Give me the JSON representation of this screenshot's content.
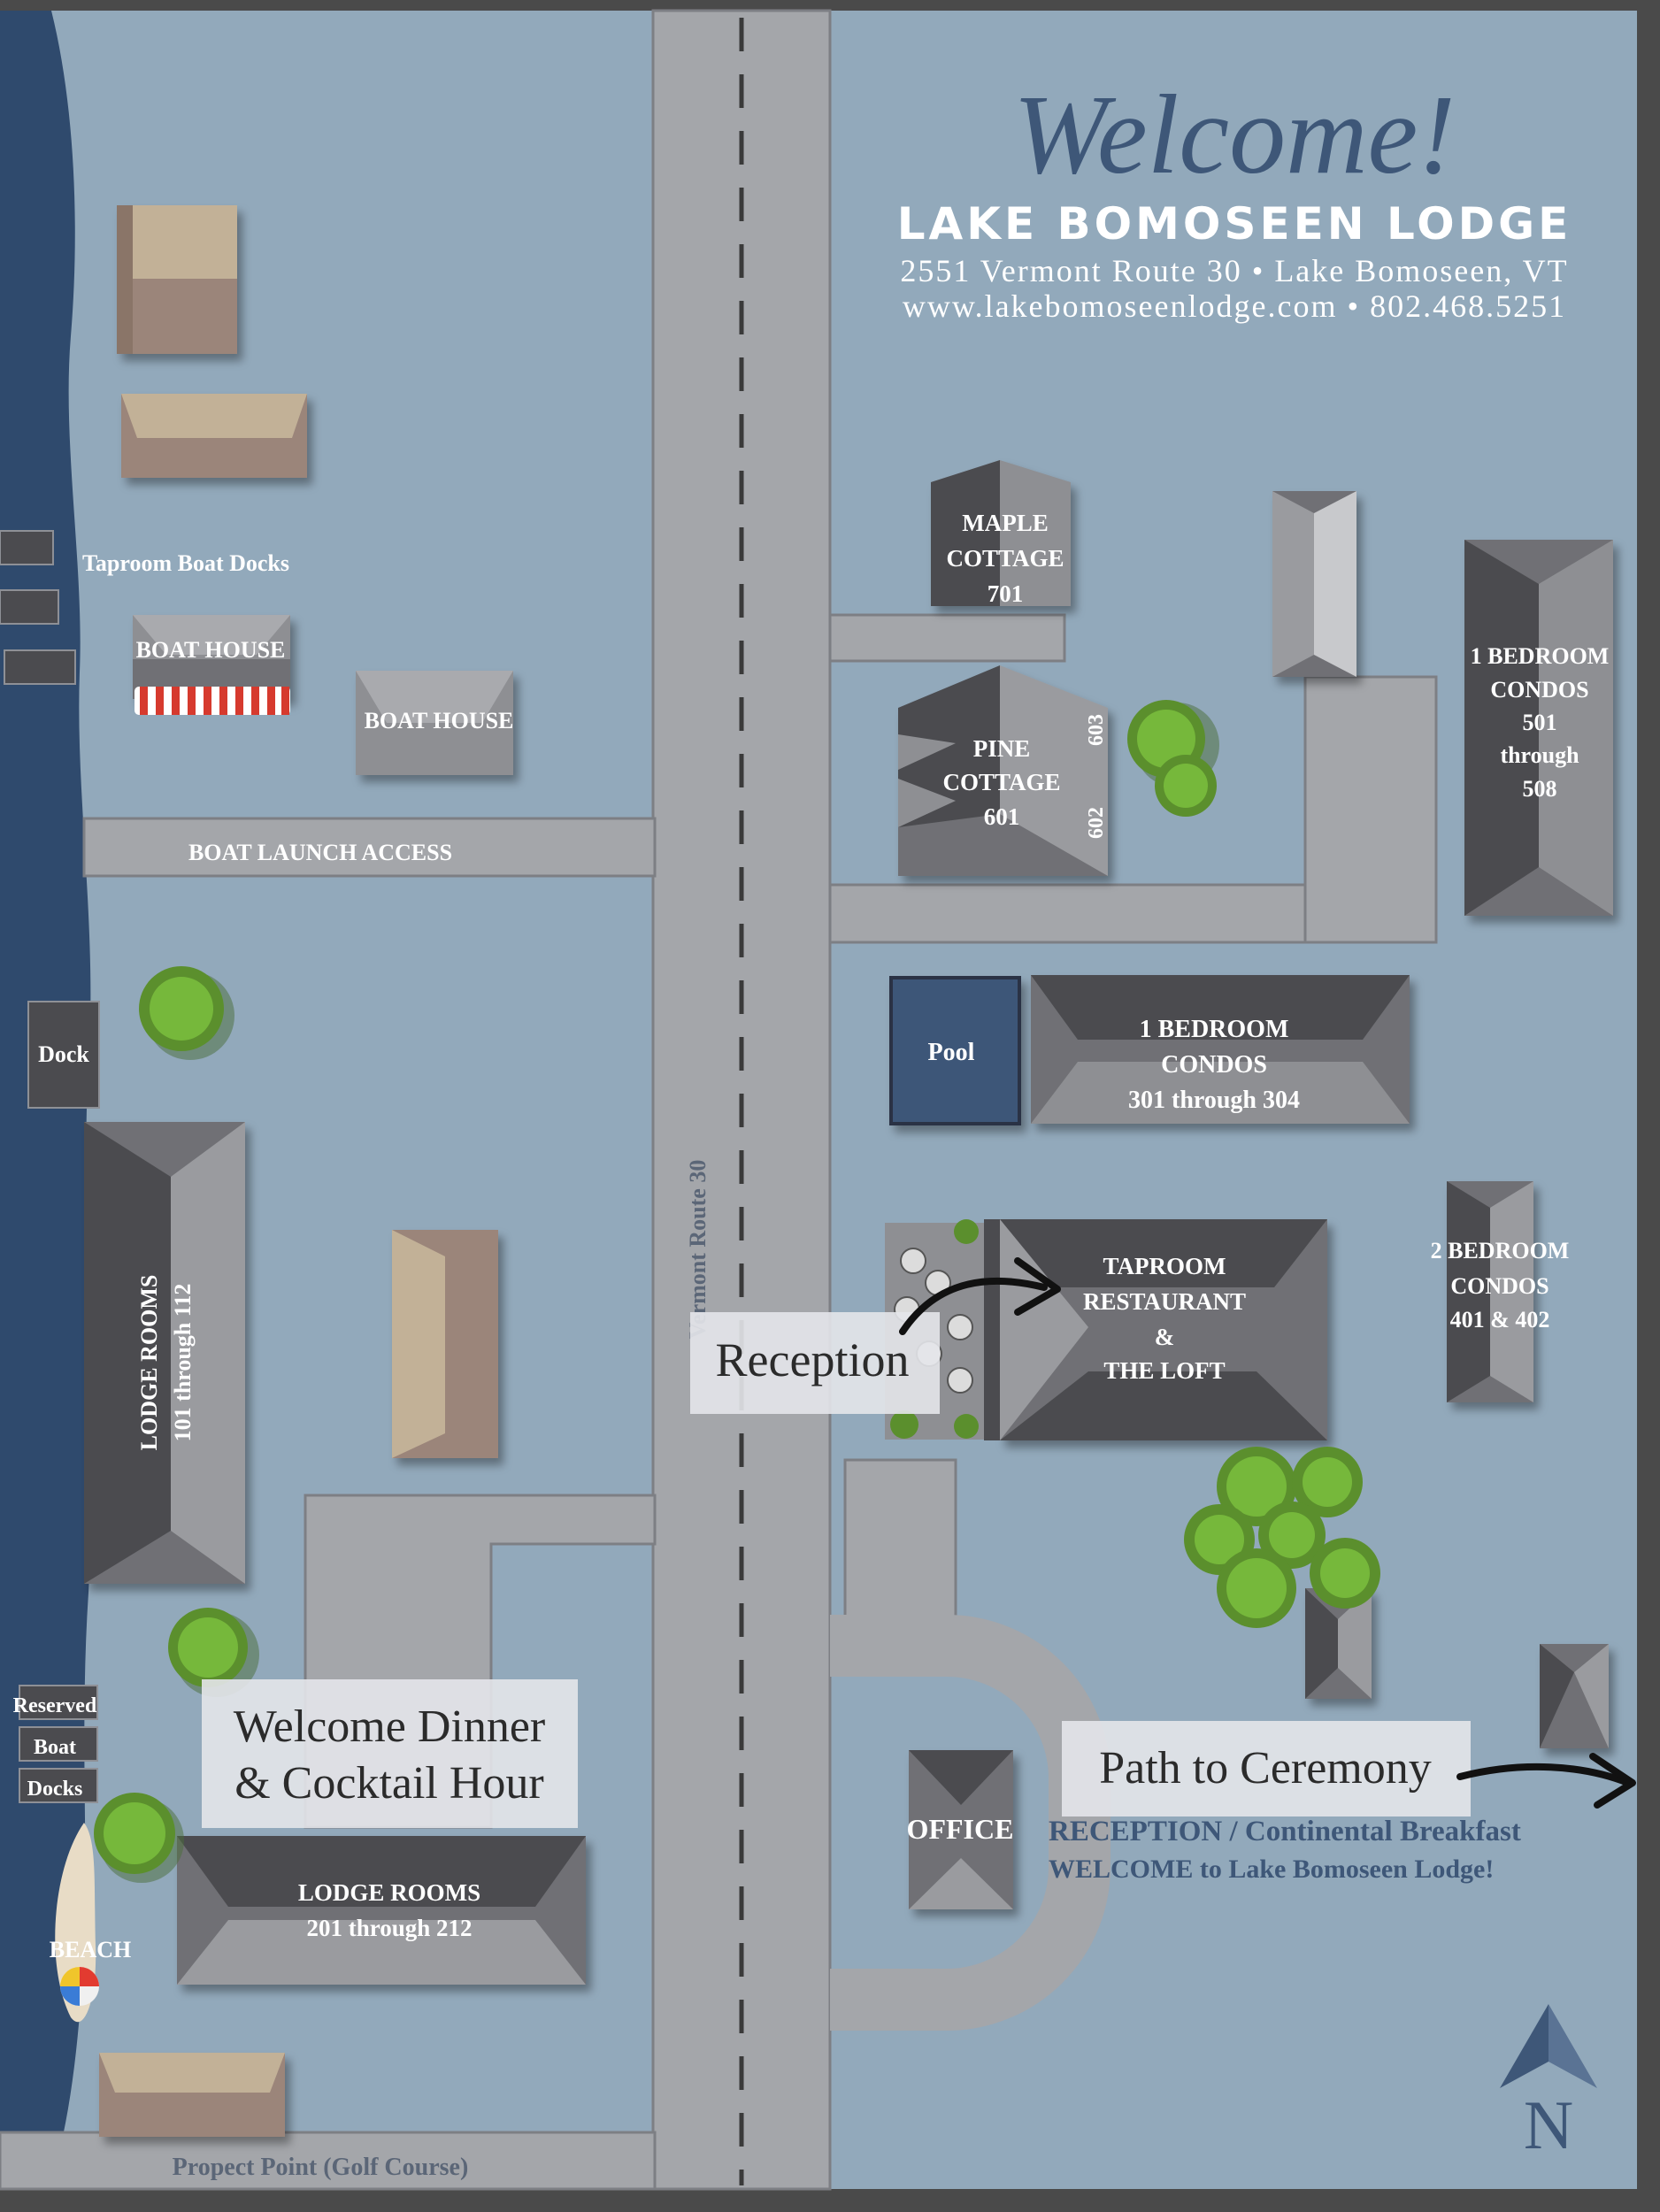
{
  "header": {
    "welcome": "Welcome!",
    "lodge_name": "LAKE BOMOSEEN LODGE",
    "address": "2551 Vermont Route 30  •  Lake Bomoseen, VT",
    "web_phone": "www.lakebomoseenlodge.com • 802.468.5251"
  },
  "labels": {
    "taproom_boat_docks": "Taproom Boat Docks",
    "boat_house_1": "BOAT HOUSE",
    "boat_house_2": "BOAT HOUSE",
    "boat_launch_access": "BOAT LAUNCH ACCESS",
    "dock": "Dock",
    "lodge_rooms_101_a": "LODGE ROOMS",
    "lodge_rooms_101_b": "101 through 112",
    "reserved_1": "Reserved",
    "reserved_2": "Boat",
    "reserved_3": "Docks",
    "beach": "BEACH",
    "lodge_rooms_201_a": "LODGE ROOMS",
    "lodge_rooms_201_b": "201 through 212",
    "prospect_point": "Propect Point (Golf Course)",
    "route": "Vermont Route 30",
    "maple_1": "MAPLE",
    "maple_2": "COTTAGE",
    "maple_3": "701",
    "pine_1": "PINE",
    "pine_2": "COTTAGE",
    "pine_3": "601",
    "unit_603": "603",
    "unit_602": "602",
    "condo500_1": "1 BEDROOM",
    "condo500_2": "CONDOS",
    "condo500_3": "501",
    "condo500_4": "through",
    "condo500_5": "508",
    "pool": "Pool",
    "condo300_1": "1 BEDROOM",
    "condo300_2": "CONDOS",
    "condo300_3": "301 through 304",
    "taproom_1": "TAPROOM",
    "taproom_2": "RESTAURANT",
    "taproom_3": "&",
    "taproom_4": "THE LOFT",
    "condo400_1": "2 BEDROOM",
    "condo400_2": "CONDOS",
    "condo400_3": "401 & 402",
    "office": "OFFICE",
    "reception_line_1": "RECEPTION / Continental Breakfast",
    "reception_line_2": "WELCOME to Lake Bomoseen Lodge!",
    "north": "N"
  },
  "callouts": {
    "reception": "Reception",
    "welcome_dinner_1": "Welcome Dinner",
    "welcome_dinner_2": "& Cocktail Hour",
    "path_to_ceremony": "Path to Ceremony"
  },
  "colors": {
    "lake": "#2f4a6d",
    "grounds": "#92a9bb",
    "road": "#a4a6aa",
    "roof_dark": "#4b4b4f",
    "roof_mid": "#6f7074",
    "roof_light": "#9a9b9f",
    "roof_tan": "#c2b197",
    "roof_brown": "#9b857a",
    "pool": "#3e5778",
    "tree": "#76b83b",
    "awning_red": "#d63a2e"
  }
}
